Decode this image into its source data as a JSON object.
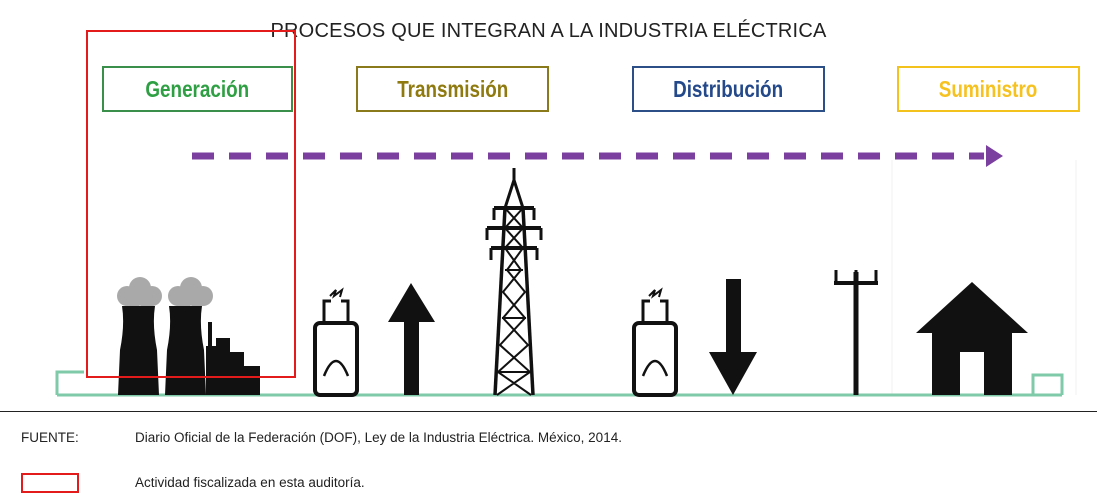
{
  "title": "PROCESOS QUE INTEGRAN A LA INDUSTRIA ELÉCTRICA",
  "stages": [
    {
      "label": "Generación",
      "color": "#2ea043"
    },
    {
      "label": "Transmisión",
      "color": "#8f7a10"
    },
    {
      "label": "Distribución",
      "color": "#24498a"
    },
    {
      "label": "Suministro",
      "color": "#f6c220"
    }
  ],
  "flow_arrow_color": "#7b3fa0",
  "baseline_color": "#7fcaa8",
  "icon_color": "#111111",
  "smoke_color": "#a9a9a9",
  "highlight_color": "#e31b1b",
  "icons": [
    "power-plant-icon",
    "substation-icon",
    "arrow-up-icon",
    "transmission-tower-icon",
    "substation-icon",
    "arrow-down-icon",
    "utility-pole-icon",
    "house-icon"
  ],
  "source": {
    "label": "FUENTE:",
    "text": "Diario Oficial de la Federación (DOF), Ley de la Industria Eléctrica. México, 2014."
  },
  "legend": {
    "text": "Actividad fiscalizada en esta auditoría."
  }
}
